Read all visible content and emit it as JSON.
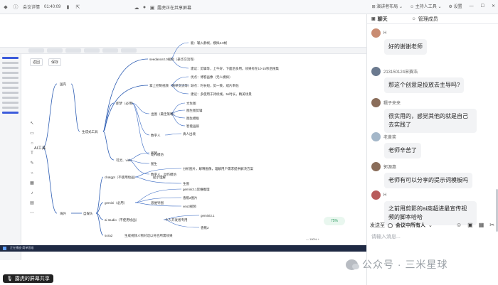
{
  "topbar": {
    "meeting_info_label": "会议详情",
    "timer": "01:40:09",
    "share_status": "露虎正在共享屏幕",
    "speaker_view_label": "演讲者布局",
    "host_persona_label": "主持人工具",
    "settings_label": "设置"
  },
  "share": {
    "mini_buttons": [
      "返回",
      "保存"
    ],
    "taskbar_label": "正在播放·简单思维",
    "zoom_pill": "75%",
    "zoom_controls": "— 100% +"
  },
  "mindmap": {
    "root": "AI工具",
    "level1": [
      "国内",
      "海外"
    ],
    "branch_sheng": "生成式工具",
    "branch_overseas": "自媒头",
    "sub_items": [
      "seedance2.0视频（豪华交流等）",
      "能：输入静帧，模拟2.0帧",
      "建议：剪辑等，上午好，下面后多用。效果有在10-15秒后搜集",
      "掌上控制视频（简单交流等）",
      "优点：博客画像（无人模拟）",
      "缺点：时长短，剪一致，成片率低",
      "建议：多使用于持续线，5s时长，精美场景",
      "即梦（必用）",
      "文生图",
      "图生图剪辑",
      "图生模板",
      "智能画质",
      "出图（最佳策略）",
      "数字人",
      "真人出境",
      "动作模仿",
      "可灵、vidu",
      "即梦",
      "图生",
      "数字人，动作模仿",
      "chatgpt（不使用绘画）",
      "提示理解",
      "分析图片，解释图像，理解用户需求提供解决方案",
      "生图",
      "gemini（必用）",
      "思维导图",
      "gemini3.1思维推理",
      "香蕉2图片",
      "veo3视频",
      "ai studio（不使用绘画）",
      "个人开发者专用",
      "gemini3.1",
      "香蕉2",
      "sora2",
      "生成视频人物对话以符合所需效果"
    ]
  },
  "sharebar": {
    "badge": "露虎的屏幕共享"
  },
  "chat": {
    "tab_chat": "聊天",
    "tab_members": "管理成员",
    "messages": [
      {
        "name": "H",
        "text": "好的谢谢老师"
      },
      {
        "name": "213150124宋赛浩",
        "text": "那这个创意是投放去主导吗?"
      },
      {
        "name": "糯子来来",
        "text": "很实用的，感觉其他的就是自己去实践了"
      },
      {
        "name": "老黄笑",
        "text": "老师辛苦了"
      },
      {
        "name": "郭源惠",
        "text": "老师有可以分享的提示词模板吗"
      },
      {
        "name": "H",
        "text": "之前用剪影的ai商超进最宣传视频的脚本哈哈"
      }
    ],
    "send_to_label": "发送至",
    "send_target": "会议中所有人",
    "input_placeholder": "请输入消息..."
  },
  "watermark": {
    "text": "公众号 · 三米星球"
  }
}
